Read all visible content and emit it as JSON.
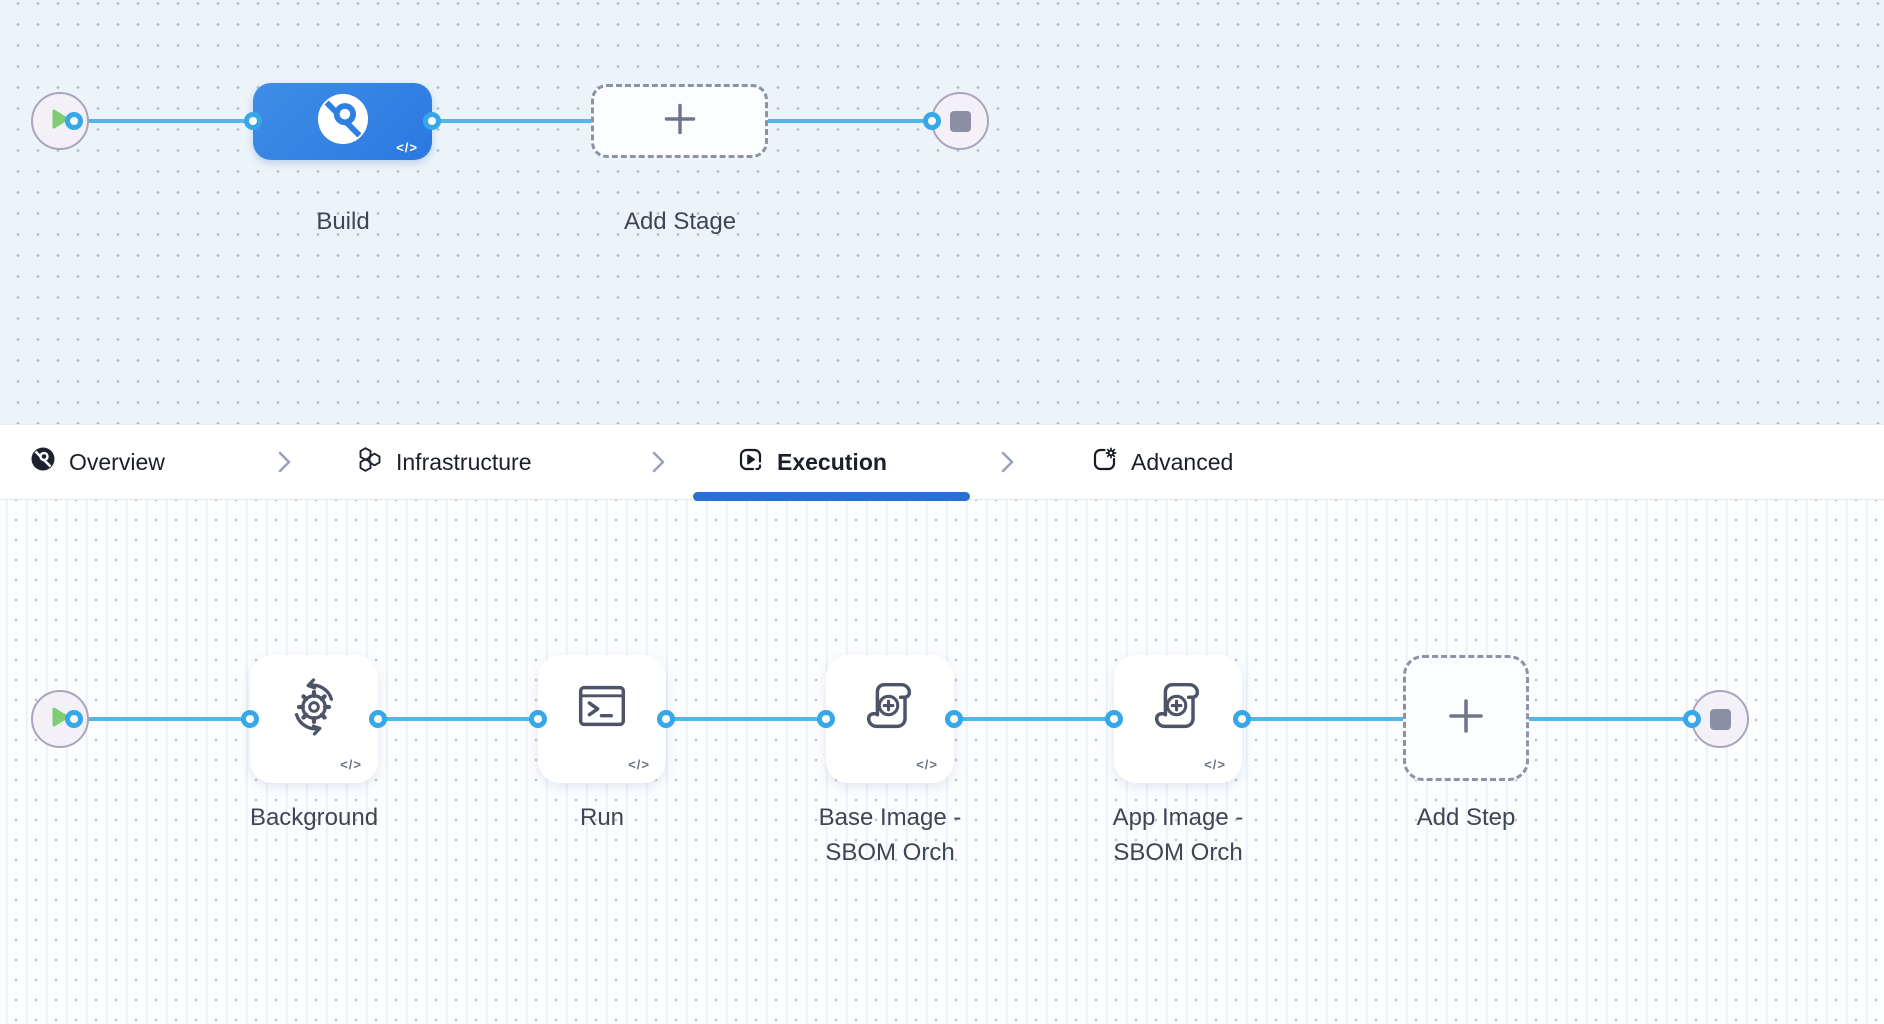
{
  "pipeline_canvas": {
    "start_node": {
      "icon": "play-icon"
    },
    "end_node": {
      "icon": "stop-icon"
    },
    "stages": [
      {
        "label": "Build",
        "icon": "ci-build-icon",
        "code_badge": "</>"
      },
      {
        "label": "Add Stage",
        "icon": "plus-icon"
      }
    ]
  },
  "tab_bar": {
    "separator_icon": "chevron-right-icon",
    "tabs": [
      {
        "label": "Overview",
        "icon": "overview-build-icon",
        "active": false
      },
      {
        "label": "Infrastructure",
        "icon": "infrastructure-hexagons-icon",
        "active": false
      },
      {
        "label": "Execution",
        "icon": "execution-play-icon",
        "active": true
      },
      {
        "label": "Advanced",
        "icon": "advanced-settings-icon",
        "active": false
      }
    ]
  },
  "execution_canvas": {
    "start_node": {
      "icon": "play-icon"
    },
    "end_node": {
      "icon": "stop-icon"
    },
    "steps": [
      {
        "label": "Background",
        "icon": "background-service-icon",
        "code_badge": "</>"
      },
      {
        "label": "Run",
        "icon": "terminal-icon",
        "code_badge": "</>"
      },
      {
        "label": "Base Image -\nSBOM Orch",
        "icon": "sbom-scroll-icon",
        "code_badge": "</>"
      },
      {
        "label": "App Image -\nSBOM Orch",
        "icon": "sbom-scroll-icon",
        "code_badge": "</>"
      },
      {
        "label": "Add Step",
        "icon": "plus-icon"
      }
    ]
  },
  "colors": {
    "stage_blue_start": "#3f8de6",
    "stage_blue_end": "#2b79e1",
    "connector_blue": "#55b5e9",
    "port_ring_blue": "#36a7e8",
    "active_tab_underline": "#2970d3",
    "play_green": "#7fcc74",
    "end_square_gray": "#8a8fa4",
    "canvas_top_bg": "#ecf4fa",
    "canvas_bottom_bg": "#fcfdff"
  }
}
